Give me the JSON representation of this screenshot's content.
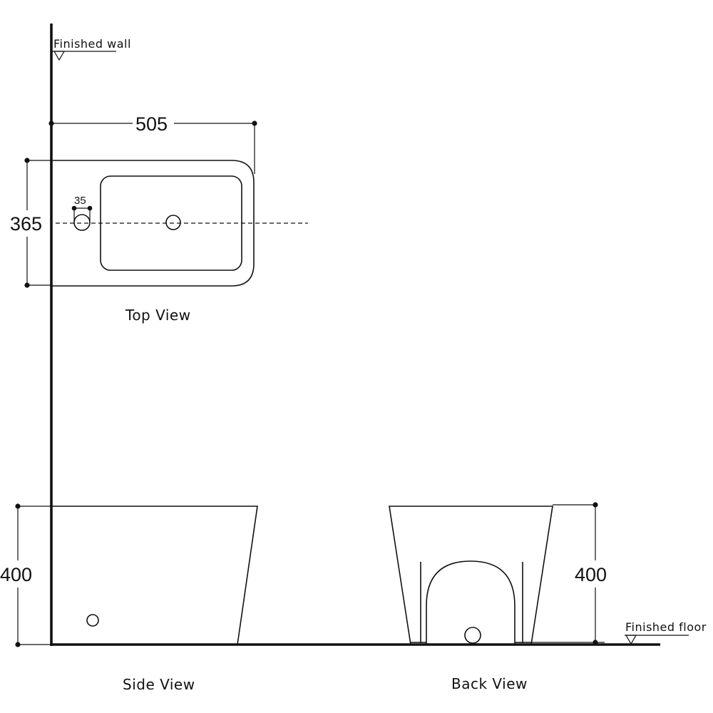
{
  "labels": {
    "finished_wall": "Finished wall",
    "finished_floor": "Finished floor"
  },
  "views": {
    "top": "Top View",
    "side": "Side View",
    "back": "Back View"
  },
  "dimensions": {
    "top_width": "505",
    "top_depth": "365",
    "hole_spacing": "35",
    "side_height": "400",
    "back_height": "400"
  },
  "colors": {
    "line": "#111111",
    "background": "#ffffff"
  }
}
